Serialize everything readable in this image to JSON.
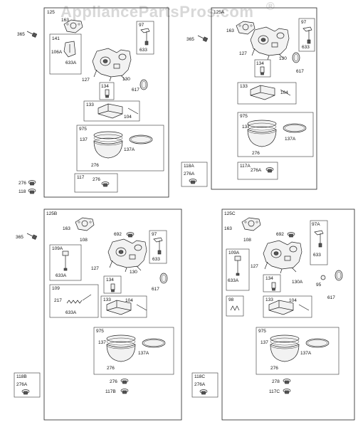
{
  "watermark": "AppliancePartsPros.com",
  "watermark_mark": "®",
  "panels": [
    {
      "id": "125",
      "loose_labels": [
        "365",
        "276",
        "118"
      ],
      "labels": [
        "163",
        "127",
        "130",
        "617",
        "106A",
        "633A",
        "633",
        "104",
        "137",
        "137A",
        "276",
        "276"
      ],
      "boxes": [
        "141",
        "97",
        "134",
        "133",
        "975",
        "117"
      ]
    },
    {
      "id": "125A",
      "labels": [
        "365",
        "163",
        "127",
        "130",
        "617",
        "633",
        "104",
        "137",
        "137A",
        "276",
        "276A"
      ],
      "boxes": [
        "97",
        "134",
        "133",
        "975",
        "117A"
      ],
      "side_box": {
        "id": "118A",
        "label": "276A"
      }
    },
    {
      "id": "125B",
      "loose_labels": [
        "365"
      ],
      "labels": [
        "163",
        "108",
        "692",
        "127",
        "130",
        "617",
        "633A",
        "217",
        "633A",
        "633",
        "104",
        "137",
        "137A",
        "276",
        "276",
        "117B"
      ],
      "boxes": [
        "109A",
        "97",
        "134",
        "109",
        "133",
        "975"
      ],
      "side_box": {
        "id": "118B",
        "label": "276A"
      }
    },
    {
      "id": "125C",
      "labels": [
        "163",
        "108",
        "692",
        "127",
        "130A",
        "95",
        "617",
        "633A",
        "633",
        "104",
        "137",
        "137A",
        "276",
        "278",
        "117C"
      ],
      "boxes": [
        "109A",
        "97A",
        "134",
        "98",
        "133",
        "975"
      ],
      "side_box": {
        "id": "118C",
        "label": "276A"
      }
    }
  ]
}
